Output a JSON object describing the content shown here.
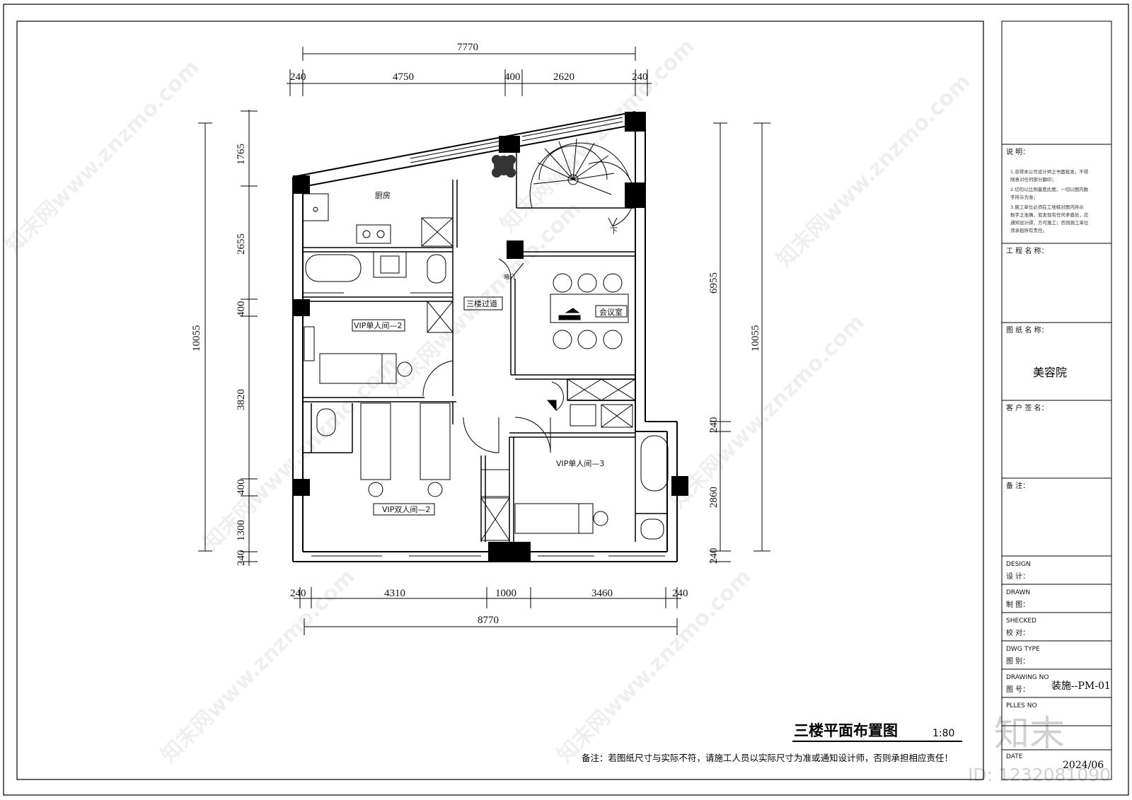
{
  "drawing": {
    "title": "三楼平面布置图",
    "scale": "1:80",
    "note": "备注：若图纸尺寸与实际不符，请施工人员以实际尺寸为准或通知设计师，否则承担相应责任！"
  },
  "dimensions": {
    "top_total": "7770",
    "top": [
      "240",
      "4750",
      "400",
      "2620",
      "240"
    ],
    "bottom": [
      "240",
      "4310",
      "1000",
      "3460",
      "240"
    ],
    "bottom_total": "8770",
    "left_total": "10055",
    "left": [
      "1765",
      "2655",
      "400",
      "3820",
      "400",
      "1300",
      "240"
    ],
    "right_total": "10055",
    "right": [
      "6955",
      "240",
      "2860",
      "240"
    ]
  },
  "rooms": {
    "kitchen": "厨房",
    "corridor": "三楼过道",
    "meeting": "会议室",
    "vip_single_2": "VIP单人间—2",
    "vip_double_2": "VIP双人间—2",
    "vip_single_3": "VIP单人间—3",
    "stair_down": "下",
    "door_label": "暗门"
  },
  "title_block": {
    "notes_label": "说  明：",
    "notes": [
      "1.非得本公司设计师之书面批准，不得",
      "随意对任何部分翻印；",
      "2.切勿以比例量度此图，一切以图内数",
      "字所示为准；",
      "3.施工单位必须在工地核对图内所示",
      "数字之准确，如发现有任何矛盾处，应",
      "通知设计師，方可施工；否则施工单位",
      "须承担所有责任。"
    ],
    "project_label": "工 程 名 称：",
    "drawing_name_label": "图 纸 名 称：",
    "drawing_name": "美容院",
    "client_label": "客 户 签 名：",
    "remarks_label": "备  注：",
    "design_en": "DESIGN",
    "design_cn": "设  计：",
    "drawn_en": "DRAWN",
    "drawn_cn": "制  图：",
    "checked_en": "SHECKED",
    "checked_cn": "校  对：",
    "dwg_type_en": "DWG TYPE",
    "dwg_type_cn": "图  别：",
    "drawing_no_en": "DRAWING NO",
    "drawing_no_cn": "图  号：",
    "drawing_no": "装施--PM-01",
    "plles_en": "PLLES NO",
    "date_en": "DATE",
    "date": "2024/06"
  },
  "watermark": {
    "text": "知末网www.znzmo.com",
    "logo": "知末",
    "id": "ID: 1232081090"
  }
}
